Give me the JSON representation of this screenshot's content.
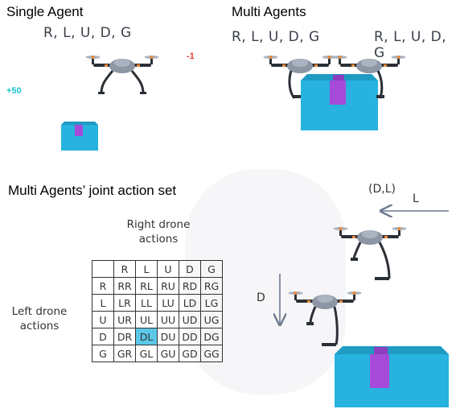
{
  "single": {
    "title": "Single Agent",
    "actions": "R, L, U, D, G",
    "reward_neg": "-1",
    "reward_pos": "+50"
  },
  "multi": {
    "title": "Multi Agents",
    "actions_left": "R, L, U, D, G",
    "actions_right": "R, L, U, D, G"
  },
  "joint": {
    "title": "Multi Agents’ joint action set",
    "right_label": "Right drone actions",
    "left_label": "Left drone actions",
    "header": [
      "",
      "R",
      "L",
      "U",
      "D",
      "G"
    ],
    "rows": [
      [
        "R",
        "RR",
        "RL",
        "RU",
        "RD",
        "RG"
      ],
      [
        "L",
        "LR",
        "LL",
        "LU",
        "LD",
        "LG"
      ],
      [
        "U",
        "UR",
        "UL",
        "UU",
        "UD",
        "UG"
      ],
      [
        "D",
        "DR",
        "DL",
        "DU",
        "DD",
        "DG"
      ],
      [
        "G",
        "GR",
        "GL",
        "GU",
        "GD",
        "GG"
      ]
    ],
    "highlight": "DL",
    "highlight_color": "#5bc8e8"
  },
  "example": {
    "pair": "(D,L)",
    "arrow_right_label": "L",
    "arrow_down_label": "D"
  },
  "colors": {
    "box": "#27b2e0",
    "box_top": "#1f9bc4",
    "tape": "#a64bd9",
    "drone_body": "#8c96a4",
    "arm": "#2b2f36",
    "rotor": "#e98a3a"
  }
}
